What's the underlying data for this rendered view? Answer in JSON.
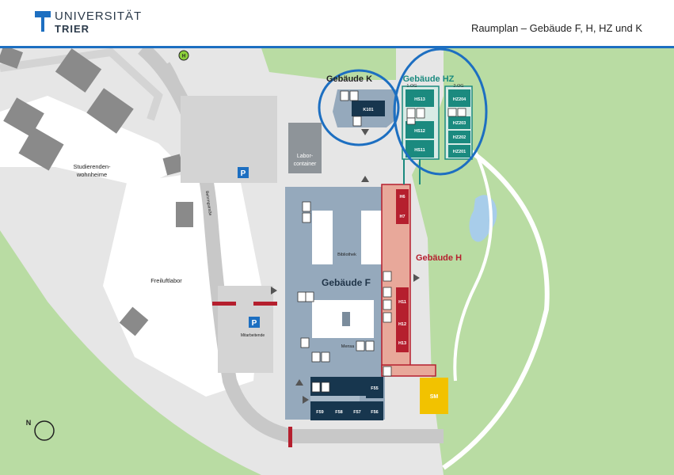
{
  "header": {
    "logo_line1": "UNIVERSITÄT",
    "logo_line2": "TRIER",
    "title": "Raumplan – Gebäude F, H, HZ und K"
  },
  "colors": {
    "accent": "#1d6fc1",
    "building_f": "#95a9bc",
    "building_h": "#e8a89a",
    "room_h": "#b51f2e",
    "building_hz": "#1b8a7f",
    "room_dark": "#17364e",
    "sm": "#f2c200",
    "greenery": "#b9dca3",
    "road": "#c8c8c8"
  },
  "map": {
    "buildings": {
      "k": "Gebäude K",
      "hz": "Gebäude HZ",
      "h": "Gebäude H",
      "f": "Gebäude F"
    },
    "floors": {
      "first": "1.OG",
      "second": "2.OG"
    },
    "rooms": {
      "k101": "K101",
      "hs13": "HS13",
      "hs12": "HS12",
      "hs11": "HS11",
      "hz204": "HZ204",
      "hz203": "HZ203",
      "hz202": "HZ202",
      "hz201": "HZ201",
      "h6": "H6",
      "h7": "H7",
      "h11": "H11",
      "h12": "H12",
      "h13": "H13",
      "f55": "F55",
      "f59": "F59",
      "f58": "F58",
      "f57": "F57",
      "f56": "F56",
      "sm": "SM"
    },
    "places": {
      "studierenden_1": "Studierenden-",
      "studierenden_2": "wohnheime",
      "freiluftlabor": "Freiluftlabor",
      "labor_1": "Labor-",
      "labor_2": "container",
      "bibliothek": "Bibliothek",
      "mensa": "Mensa",
      "mitarbeitende": "Mitarbeitende",
      "street": "Behringstraße",
      "parking": "P",
      "bus": "H",
      "north": "N"
    }
  }
}
